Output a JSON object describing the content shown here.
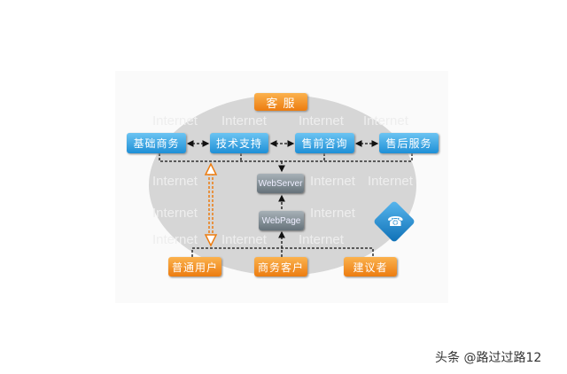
{
  "top": {
    "label": "客 服"
  },
  "services": [
    "基础商务",
    "技术支持",
    "售前咨询",
    "售后服务"
  ],
  "servers": {
    "webserver": "WebServer",
    "webpage": "WebPage"
  },
  "users": [
    "普通用户",
    "商务客户",
    "建议者"
  ],
  "watermark_word": "Internet",
  "credit": "头条 @路过过路12",
  "colors": {
    "blue": "#1e8fd6",
    "orange": "#ec7c10",
    "gray": "#66727a",
    "ellipse": "#d6d6d6"
  }
}
